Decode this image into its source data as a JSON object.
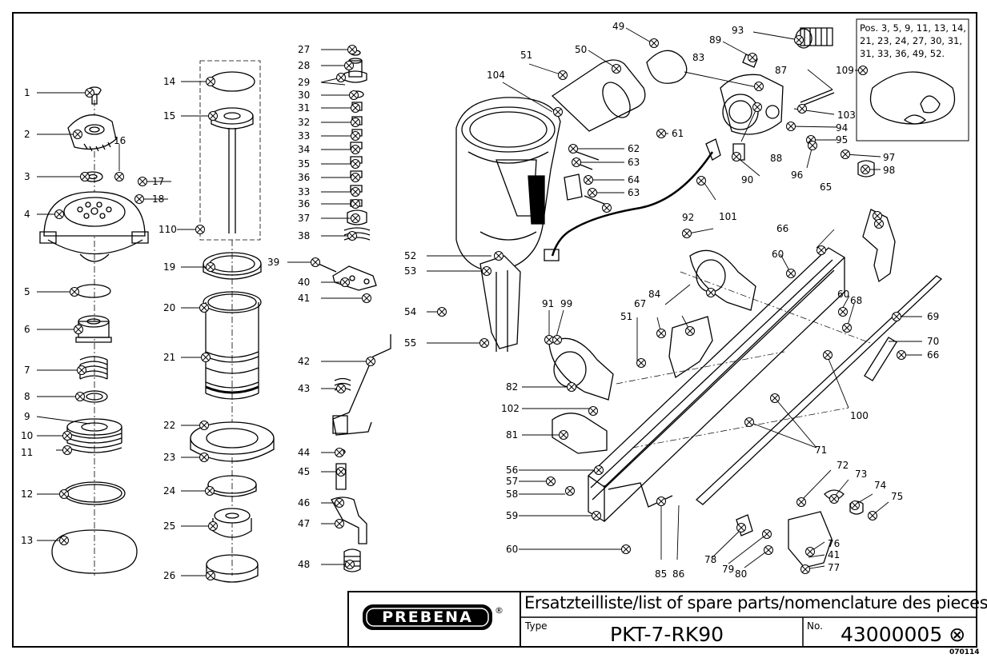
{
  "title_block": {
    "brand": "PREBENA",
    "registered_mark": "®",
    "heading": "Ersatzteilliste/list of spare parts/nomenclature des pieces",
    "type_label": "Type",
    "type_value": "PKT-7-RK90",
    "no_label": "No.",
    "no_value": "43000005 ⊗",
    "drawing_code": "070114"
  },
  "note": {
    "text": "Pos. 3, 5, 9, 11, 13, 14, 21, 23, 24, 27, 30, 31, 31, 33, 36, 49, 52."
  },
  "labels": {
    "l1": "1",
    "l2": "2",
    "l3": "3",
    "l4": "4",
    "l5": "5",
    "l6": "6",
    "l7": "7",
    "l8": "8",
    "l9": "9",
    "l10": "10",
    "l11": "11",
    "l12": "12",
    "l13": "13",
    "l14": "14",
    "l15": "15",
    "l16": "16",
    "l17": "17",
    "l18": "18",
    "l19": "19",
    "l20": "20",
    "l21": "21",
    "l22": "22",
    "l23": "23",
    "l24": "24",
    "l25": "25",
    "l26": "26",
    "l27": "27",
    "l28": "28",
    "l29": "29",
    "l30": "30",
    "l31": "31",
    "l32": "32",
    "l33a": "33",
    "l34": "34",
    "l35": "35",
    "l36a": "36",
    "l33b": "33",
    "l36b": "36",
    "l37": "37",
    "l38": "38",
    "l39": "39",
    "l40": "40",
    "l41a": "41",
    "l42": "42",
    "l43": "43",
    "l44": "44",
    "l45": "45",
    "l46": "46",
    "l47": "47",
    "l48": "48",
    "l49": "49",
    "l50": "50",
    "l51a": "51",
    "l51b": "51",
    "l52": "52",
    "l53": "53",
    "l54": "54",
    "l55": "55",
    "l56": "56",
    "l57": "57",
    "l58": "58",
    "l59": "59",
    "l60a": "60",
    "l60b": "60",
    "l60c": "60",
    "l61": "61",
    "l62": "62",
    "l63a": "63",
    "l63b": "63",
    "l64": "64",
    "l65": "65",
    "l66a": "66",
    "l66b": "66",
    "l67": "67",
    "l68": "68",
    "l69": "69",
    "l70": "70",
    "l71": "71",
    "l72": "72",
    "l73": "73",
    "l74": "74",
    "l75": "75",
    "l76": "76",
    "l41b": "41",
    "l77": "77",
    "l78": "78",
    "l79": "79",
    "l80": "80",
    "l81": "81",
    "l82": "82",
    "l83": "83",
    "l84": "84",
    "l85": "85",
    "l86": "86",
    "l87": "87",
    "l88": "88",
    "l89": "89",
    "l90": "90",
    "l91": "91",
    "l92": "92",
    "l93": "93",
    "l94": "94",
    "l95": "95",
    "l96": "96",
    "l97": "97",
    "l98": "98",
    "l99": "99",
    "l100": "100",
    "l101": "101",
    "l102": "102",
    "l103": "103",
    "l104": "104",
    "l109": "109",
    "l110": "110"
  }
}
